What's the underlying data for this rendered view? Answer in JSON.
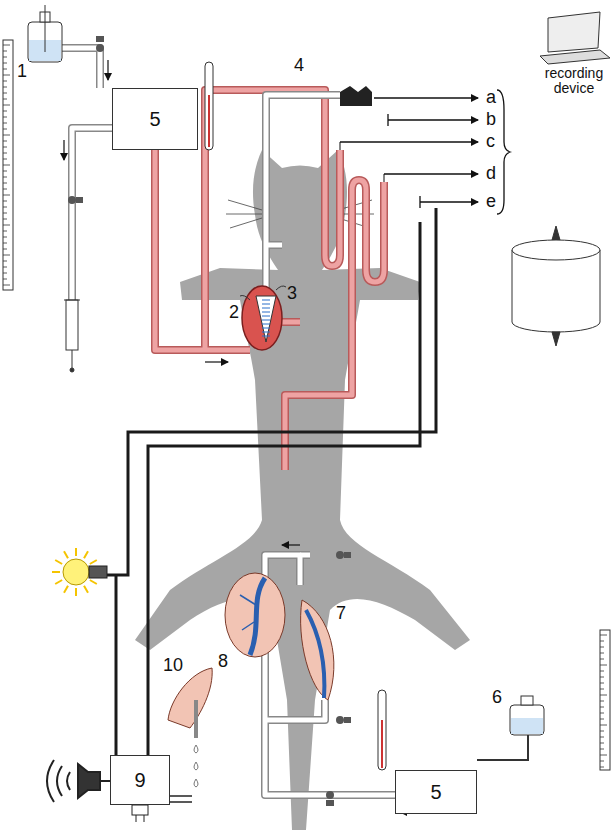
{
  "diagram": {
    "nodes": [
      {
        "text": [
          "5"
        ]
      },
      {
        "text": [
          "9"
        ]
      },
      {
        "text": [
          "5"
        ]
      }
    ],
    "labels": [
      "1",
      "2",
      "3",
      "4",
      "a",
      "b",
      "c",
      "d",
      "e",
      "recording device",
      "6",
      "7",
      "8",
      "10"
    ]
  }
}
